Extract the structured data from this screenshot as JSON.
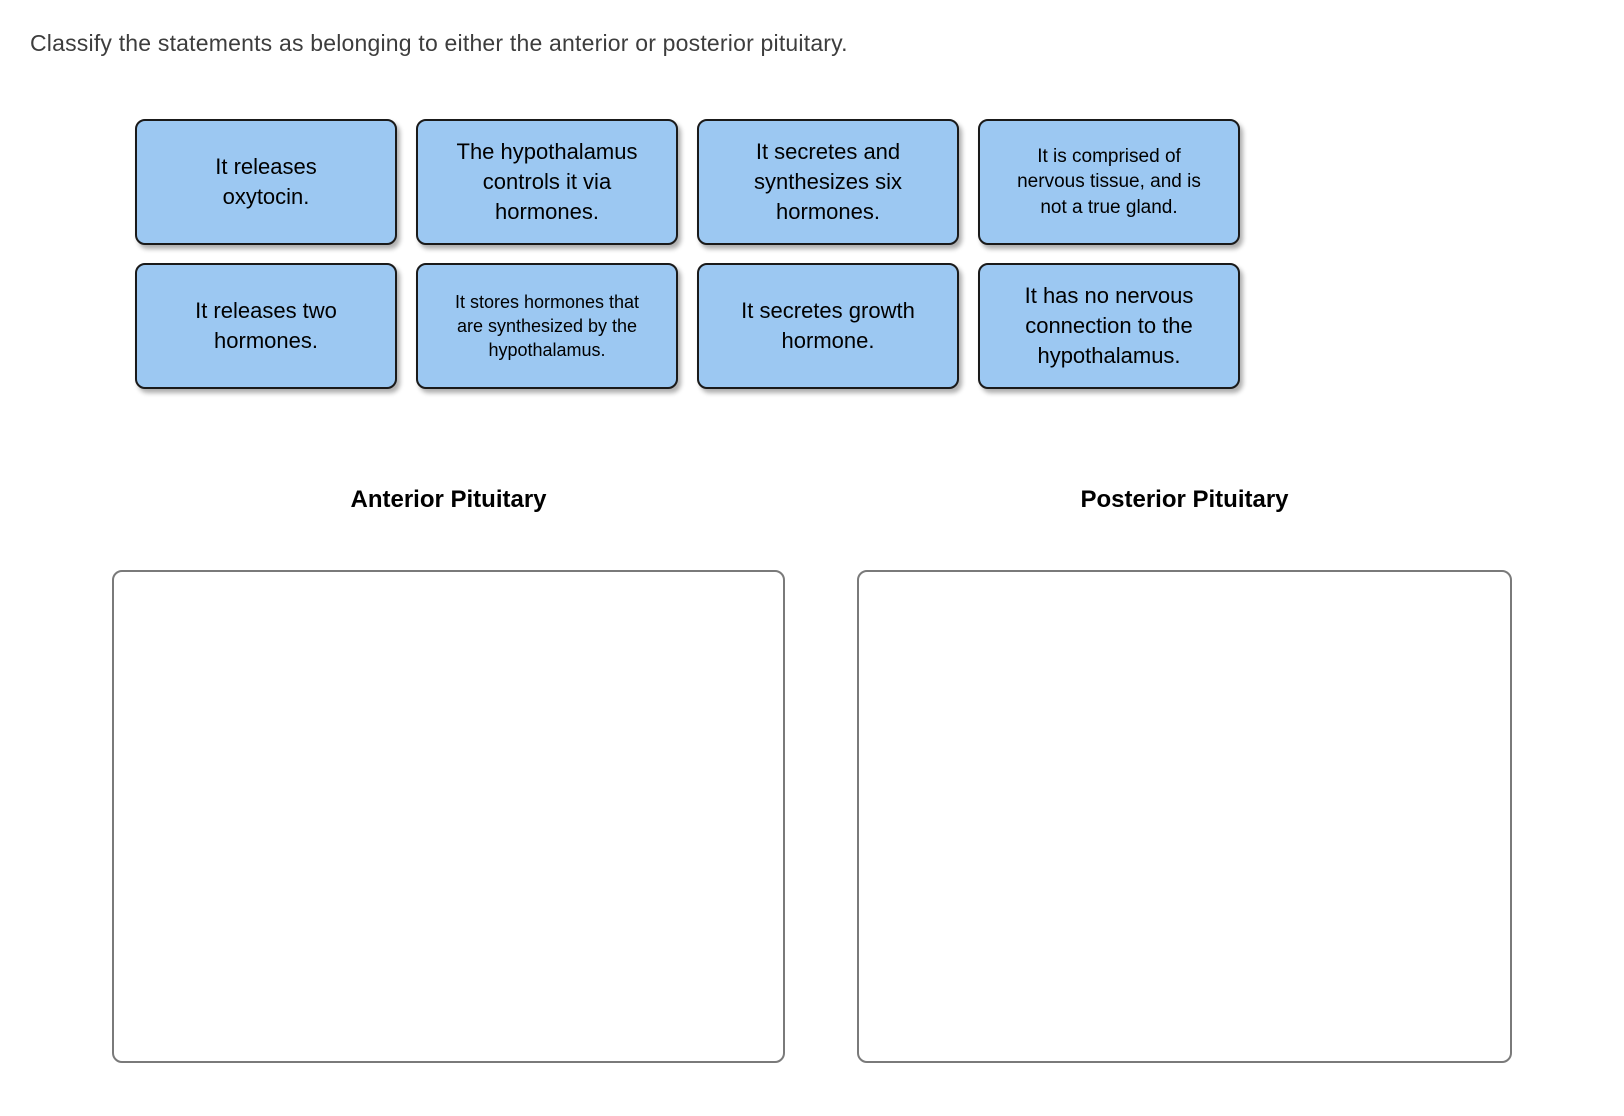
{
  "title": "Classify the statements as belonging to either the anterior or posterior pituitary.",
  "cards": [
    {
      "text": "It releases oxytocin."
    },
    {
      "text": "The hypothalamus controls it via hormones."
    },
    {
      "text": "It secretes and synthesizes six hormones."
    },
    {
      "text": "It is comprised of nervous tissue, and is not a true gland."
    },
    {
      "text": "It releases two hormones."
    },
    {
      "text": "It stores hormones that are synthesized by the hypothalamus."
    },
    {
      "text": "It secretes growth hormone."
    },
    {
      "text": "It has no nervous connection to the hypothalamus."
    }
  ],
  "bins": {
    "anterior": {
      "label": "Anterior Pituitary"
    },
    "posterior": {
      "label": "Posterior Pituitary"
    }
  },
  "colors": {
    "card_background": "#9cc8f2",
    "card_border": "#1a1a1a",
    "bin_border": "#7a7a7a",
    "title_text": "#3d3d3d",
    "card_text": "#000000"
  }
}
